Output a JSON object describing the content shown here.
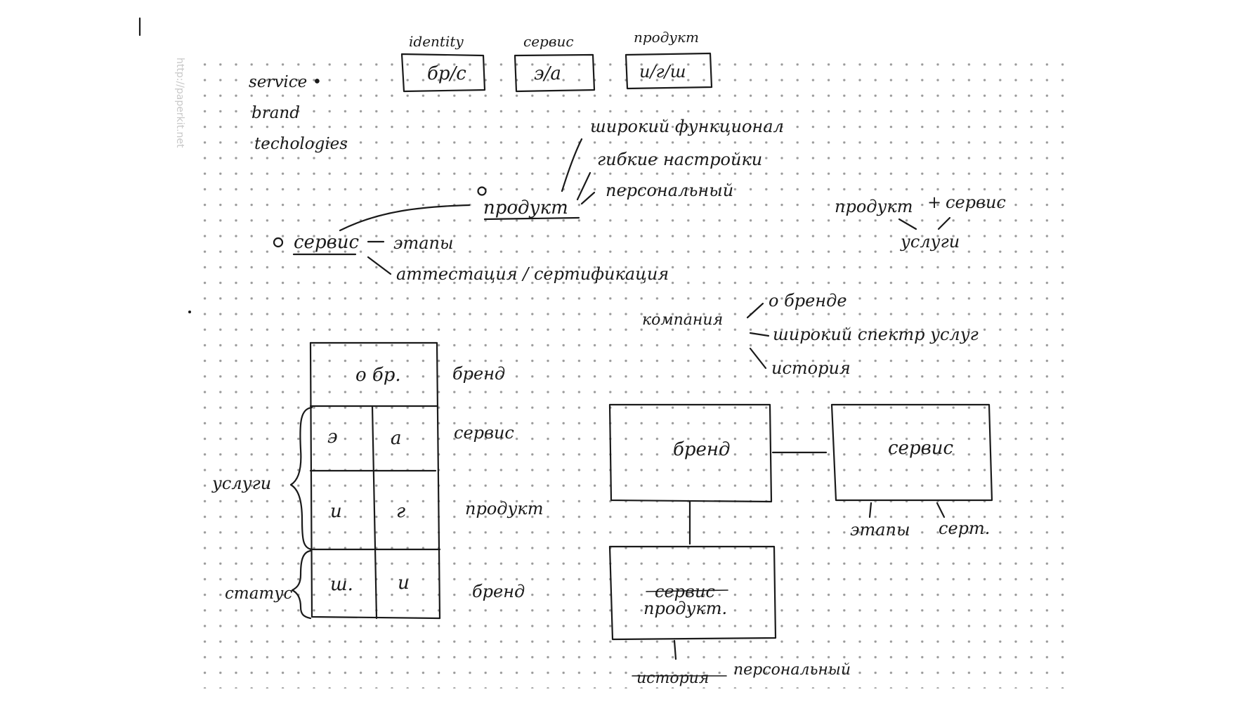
{
  "watermark": "http://paperkit.net",
  "header_boxes": [
    {
      "caption": "identity",
      "value": "бр/с"
    },
    {
      "caption": "сервис",
      "value": "э/а"
    },
    {
      "caption": "продукт",
      "value": "и/г/ш"
    }
  ],
  "english_list": [
    "service •",
    "brand",
    "techologies"
  ],
  "product_node": {
    "label": "продукт",
    "items": [
      "широкий функционал",
      "гибкие настройки",
      "персональный"
    ]
  },
  "service_node": {
    "label": "сервис",
    "items": [
      "этапы",
      "аттестация / сертификация"
    ]
  },
  "formula": {
    "left": "продукт",
    "plus": "+",
    "right": "сервис",
    "result": "услуги"
  },
  "company_node": {
    "label": "компания",
    "items": [
      "о бренде",
      "широкий спектр услуг",
      "история"
    ]
  },
  "table": {
    "header": "о бр.",
    "header_side": "бренд",
    "rows": [
      {
        "a": "э",
        "b": "а",
        "side": "сервис"
      },
      {
        "a": "и",
        "b": "г",
        "side": "продукт"
      },
      {
        "a": "ш.",
        "b": "и",
        "side": "бренд"
      }
    ],
    "brace_top": "услуги",
    "brace_bottom": "статус"
  },
  "diagram": {
    "brand_box": "бренд",
    "service_box": "сервис",
    "service_labels": [
      "этапы",
      "серт."
    ],
    "product_box_struck": "сервис",
    "product_box": "продукт.",
    "bottom_struck": "история",
    "bottom_label": "персональный"
  }
}
